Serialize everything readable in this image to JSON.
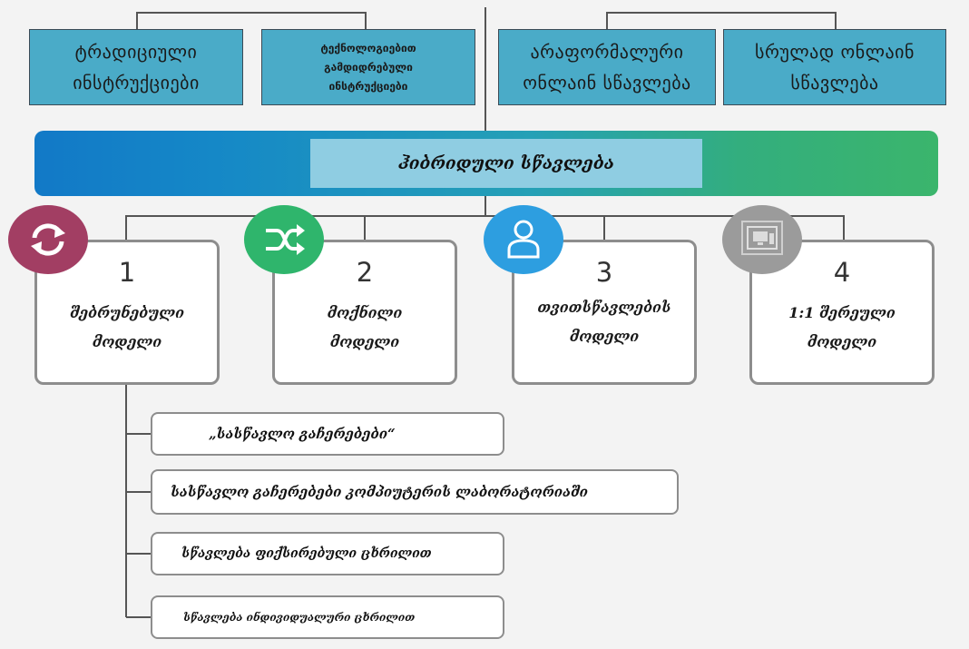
{
  "top_boxes": [
    {
      "line1": "ტრადიციული",
      "line2": "ინსტრუქციები",
      "line3": ""
    },
    {
      "line1": "ტექნოლოგიებით",
      "line2": "გამდიდრებული",
      "line3": "ინსტრუქციები"
    },
    {
      "line1": "არაფორმალური",
      "line2": "ონლაინ სწავლება",
      "line3": ""
    },
    {
      "line1": "სრულად ონლაინ",
      "line2": "სწავლება",
      "line3": ""
    }
  ],
  "banner": {
    "label": "ჰიბრიდული სწავლება"
  },
  "models": [
    {
      "number": "1",
      "line1": "შებრუნებული",
      "line2": "მოდელი",
      "icon": "refresh-icon",
      "color": "#a23e63"
    },
    {
      "number": "2",
      "line1": "მოქნილი",
      "line2": "მოდელი",
      "icon": "shuffle-icon",
      "color": "#2fb56c"
    },
    {
      "number": "3",
      "line1": "თვითსწავლების",
      "line2": "მოდელი",
      "icon": "user-icon",
      "color": "#2d9ee0"
    },
    {
      "number": "4",
      "line1": "1:1 შერეული",
      "line2": "მოდელი",
      "icon": "computer-lab-icon",
      "color": "#9b9b9b"
    }
  ],
  "sub_items": [
    {
      "label": "„სასწავლო გაჩერებები“"
    },
    {
      "label": "სასწავლო გაჩერებები კომპიუტერის ლაბორატორიაში"
    },
    {
      "label": "სწავლება ფიქსირებული ცხრილით"
    },
    {
      "label": "სწავლება ინდივიდუალური ცხრილით"
    }
  ],
  "colors": {
    "top_box": "#4aabc8",
    "banner_start": "#1279c7",
    "banner_end": "#3bb56c",
    "banner_label_bg": "#8fcde2",
    "connector": "#555555"
  }
}
